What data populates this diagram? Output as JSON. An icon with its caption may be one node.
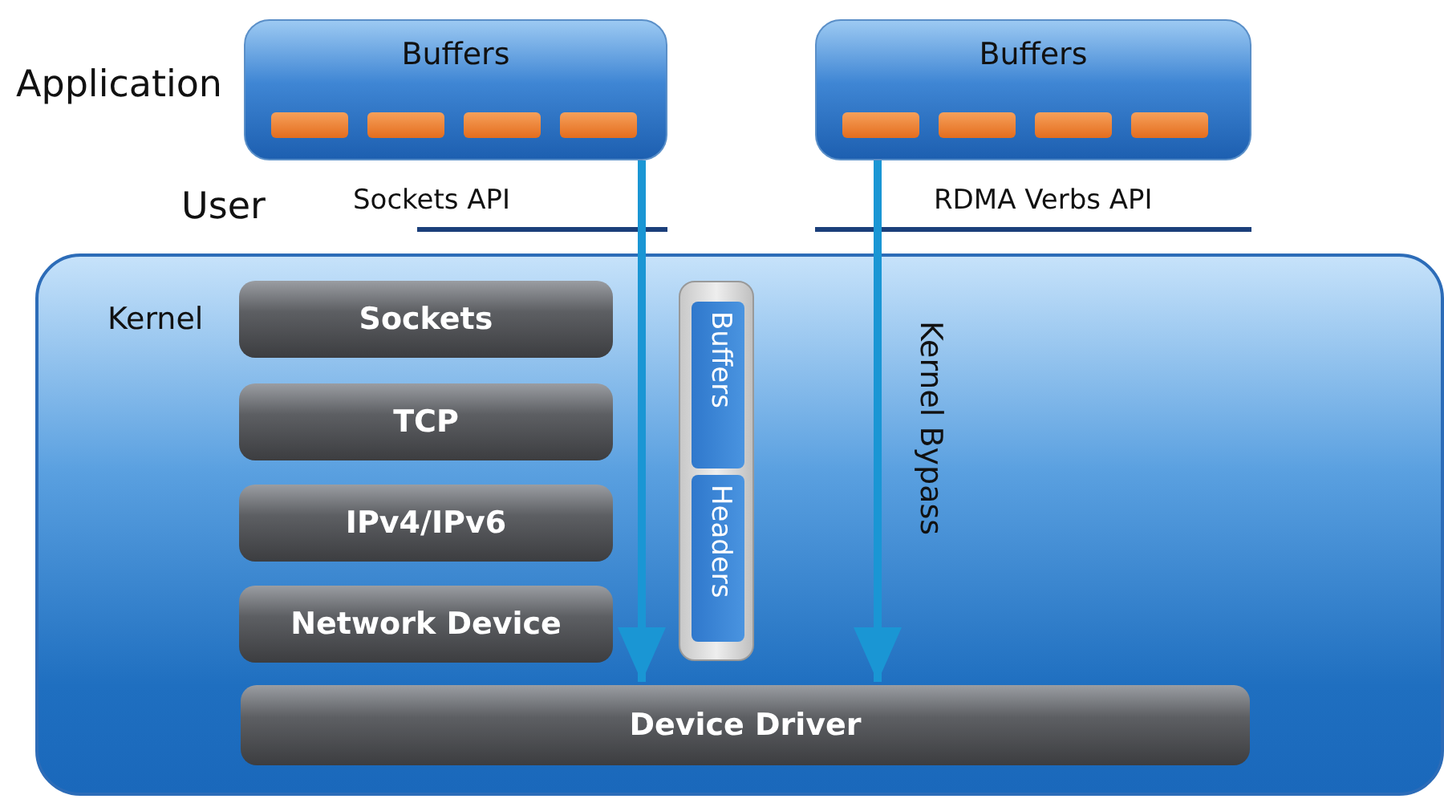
{
  "diagram": {
    "nodes": [
      {
        "text": [
          "Buffers"
        ]
      },
      {
        "text": [
          "Buffers"
        ]
      },
      {
        "text": [
          "Kernel"
        ]
      },
      {
        "text": [
          "Sockets"
        ],
        "in": 2
      },
      {
        "text": [
          "TCP"
        ],
        "in": 2
      },
      {
        "text": [
          "IPv4/IPv6"
        ],
        "in": 2
      },
      {
        "text": [
          "Network Device"
        ],
        "in": 2
      },
      {
        "text": [],
        "shape": "box",
        "in": 2
      },
      {
        "text": [
          "Buffers"
        ],
        "in": 7
      },
      {
        "text": [
          "Headers"
        ],
        "in": 7
      },
      {
        "text": [
          "Device Driver"
        ],
        "in": 2
      }
    ],
    "edges": [
      {
        "from": 0,
        "to": 10,
        "arrow": "to"
      },
      {
        "from": 1,
        "to": 10,
        "arrow": "to",
        "label": "Kernel Bypass"
      }
    ],
    "labels": [
      "Application",
      "User",
      "Sockets API",
      "RDMA Verbs API"
    ]
  }
}
